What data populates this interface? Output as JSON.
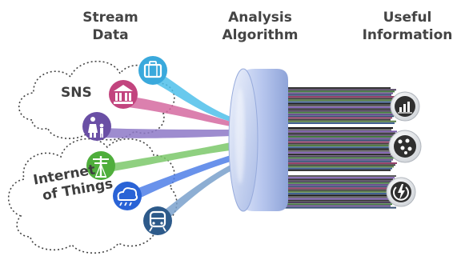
{
  "headers": {
    "stream": [
      "Stream",
      "Data"
    ],
    "algorithm": [
      "Analysis",
      "Algorithm"
    ],
    "output": [
      "Useful",
      "Information"
    ]
  },
  "clouds": {
    "sns": "SNS",
    "iot": [
      "Internet",
      "of Things"
    ]
  },
  "input_icons": [
    {
      "name": "suitcase-icon",
      "color": "#3aa9dc"
    },
    {
      "name": "bank-icon",
      "color": "#c2447e"
    },
    {
      "name": "family-icon",
      "color": "#6a4fa5"
    },
    {
      "name": "utility-pole-icon",
      "color": "#4fae3c"
    },
    {
      "name": "weather-icon",
      "color": "#2a63d6"
    },
    {
      "name": "train-icon",
      "color": "#2d5a8a"
    }
  ],
  "output_icons": [
    {
      "name": "bar-chart-icon"
    },
    {
      "name": "scatter-icon"
    },
    {
      "name": "power-icon"
    }
  ],
  "colors": {
    "text": "#444444",
    "lens": "#b9c8ec",
    "lens_edge": "#8fa5d9"
  }
}
